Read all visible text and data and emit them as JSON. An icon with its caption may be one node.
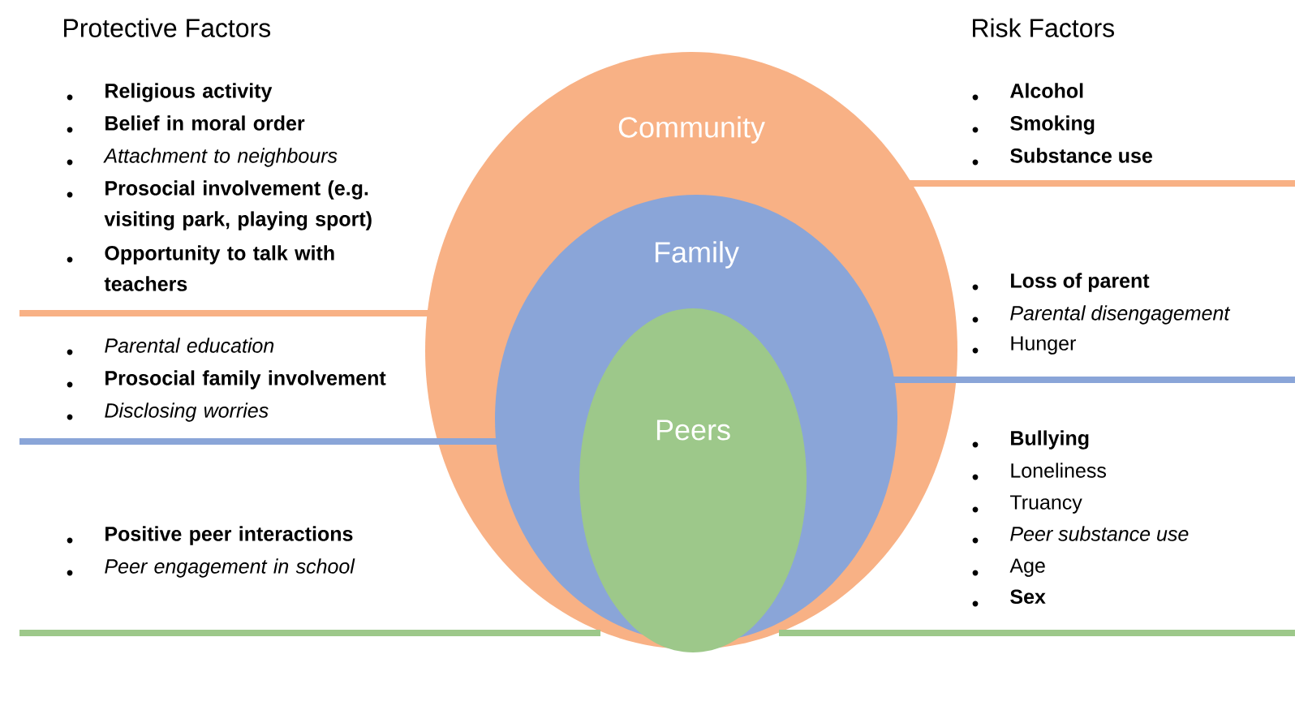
{
  "diagram": {
    "nodes": [
      {
        "text": [
          "Community"
        ]
      },
      {
        "text": [
          "Family"
        ],
        "in": 0
      },
      {
        "text": [
          "Peers"
        ],
        "in": 1
      }
    ],
    "labels": [
      "Protective Factors",
      "Risk Factors",
      "Religious activity",
      "Belief in moral order",
      "Attachment to neighbours",
      "Prosocial involvement (e.g. visiting park, playing sport)",
      "Opportunity to talk with teachers",
      "Parental education",
      "Prosocial family involvement",
      "Disclosing worries",
      "Positive peer interactions",
      "Peer engagement in school",
      "Alcohol",
      "Smoking",
      "Substance use",
      "Loss of parent",
      "Parental disengagement",
      "Hunger",
      "Bullying",
      "Loneliness",
      "Truancy",
      "Peer substance use",
      "Age",
      "Sex"
    ]
  }
}
